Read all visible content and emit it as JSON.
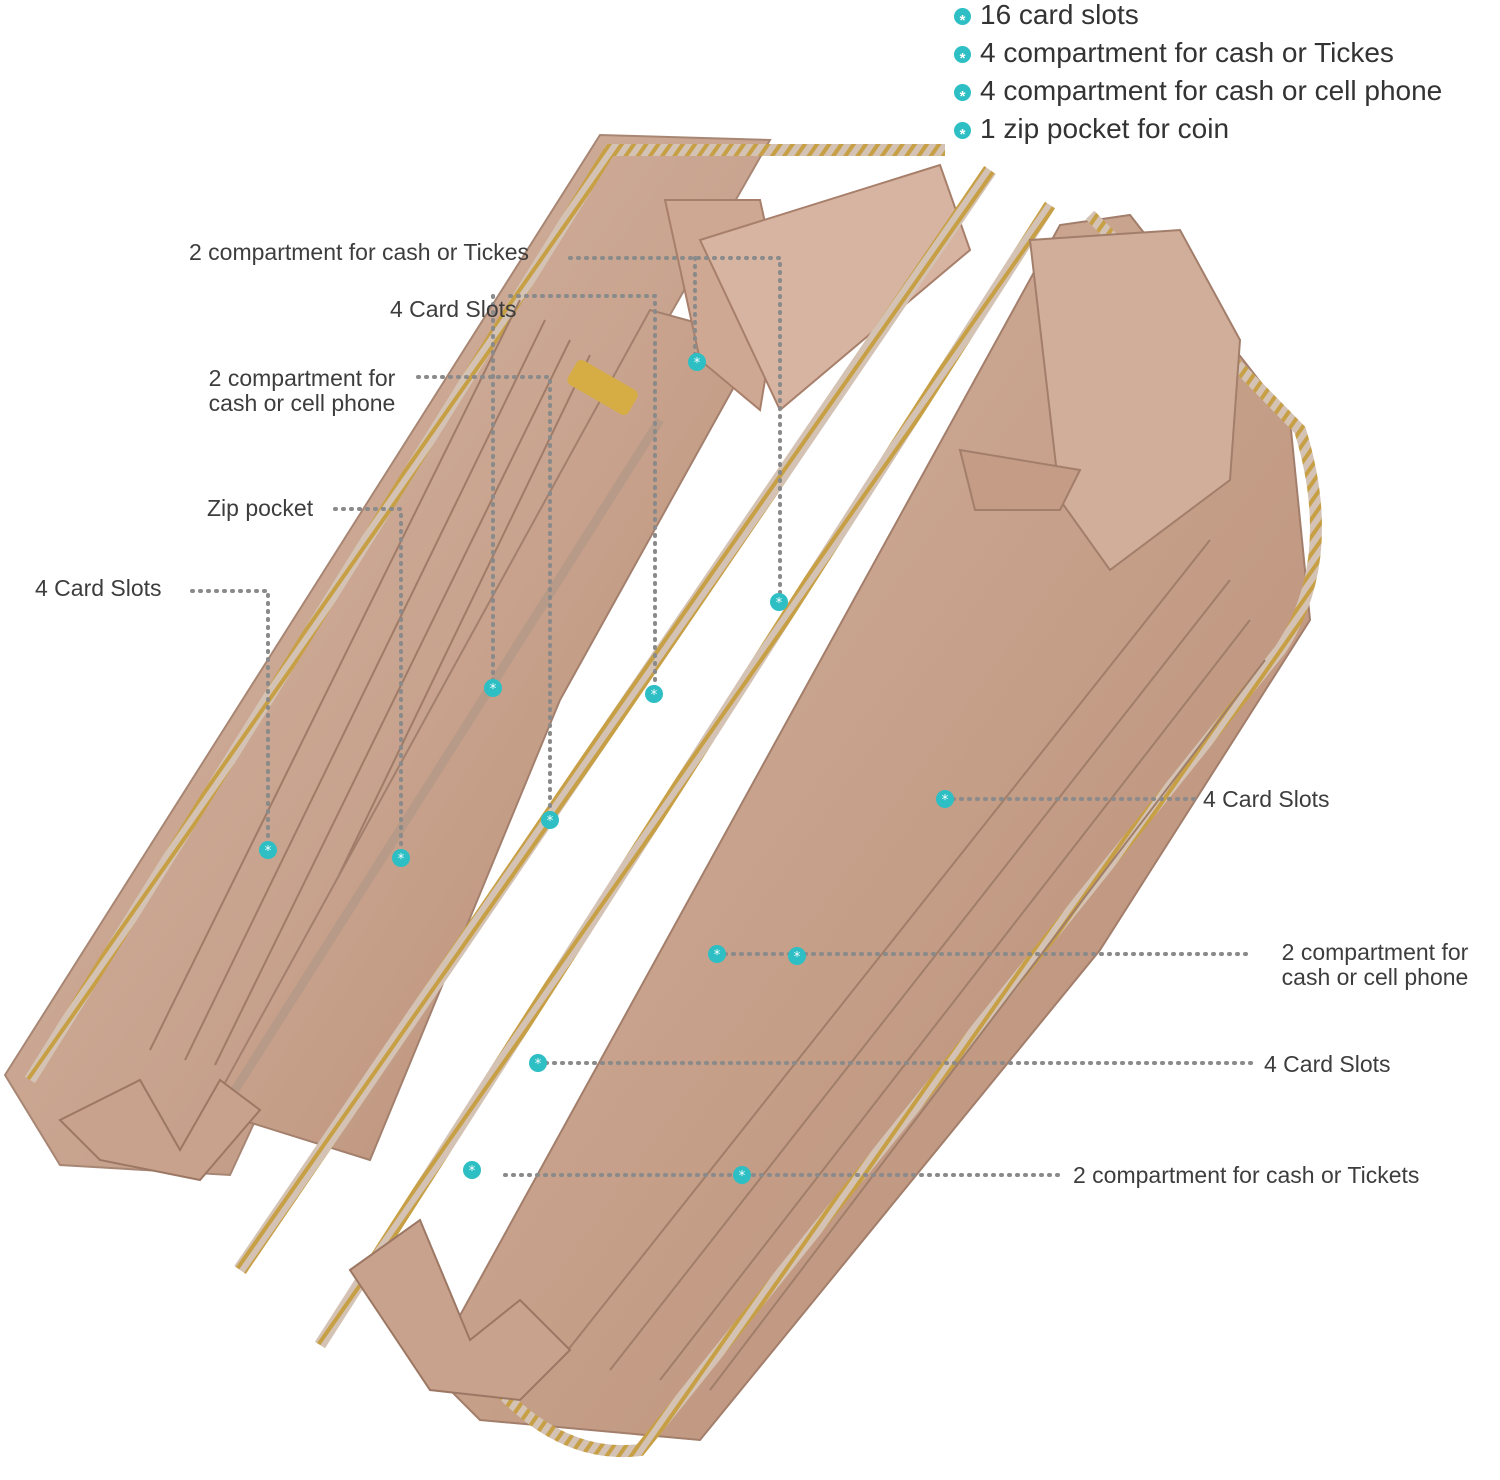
{
  "features": [
    "16 card slots",
    "4 compartment for cash or Tickes",
    "4 compartment for cash or cell phone",
    "1 zip pocket for coin"
  ],
  "callouts": {
    "left_cash_tickes": "2 compartment for cash or Tickes",
    "left_card_slots_top": "4 Card Slots",
    "left_cash_phone": [
      "2 compartment for",
      "cash or cell phone"
    ],
    "left_zip_pocket": "Zip pocket",
    "left_card_slots_bottom": "4 Card Slots",
    "right_card_slots_top": "4 Card Slots",
    "right_cash_phone": [
      "2 compartment for",
      "cash or cell phone"
    ],
    "right_card_slots_bottom": "4 Card Slots",
    "right_cash_tickets": "2 compartment for cash or Tickets"
  },
  "colors": {
    "marker": "#2dbfc4",
    "leader": "#8a8a8a",
    "leather_light": "#d8b7a4",
    "leather_mid": "#c79d86",
    "leather_dark": "#a97d68",
    "zipper": "#c9a24a"
  }
}
